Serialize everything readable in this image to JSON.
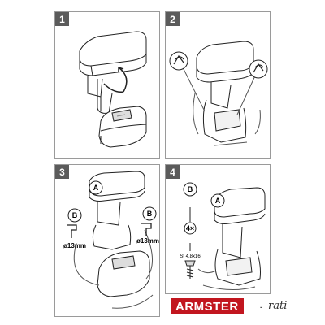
{
  "steps": [
    {
      "number": "1"
    },
    {
      "number": "2"
    },
    {
      "number": "3",
      "callouts": [
        "A",
        "B",
        "B"
      ],
      "dims": [
        "ø13mm",
        "ø13mm"
      ]
    },
    {
      "number": "4",
      "callouts": [
        "B",
        "A"
      ],
      "qty": "4×",
      "screw": "St 4,8x16"
    }
  ],
  "brand": {
    "name": "ARMSTER",
    "separator": "-",
    "sub": "rati",
    "color": "#c2161f"
  }
}
